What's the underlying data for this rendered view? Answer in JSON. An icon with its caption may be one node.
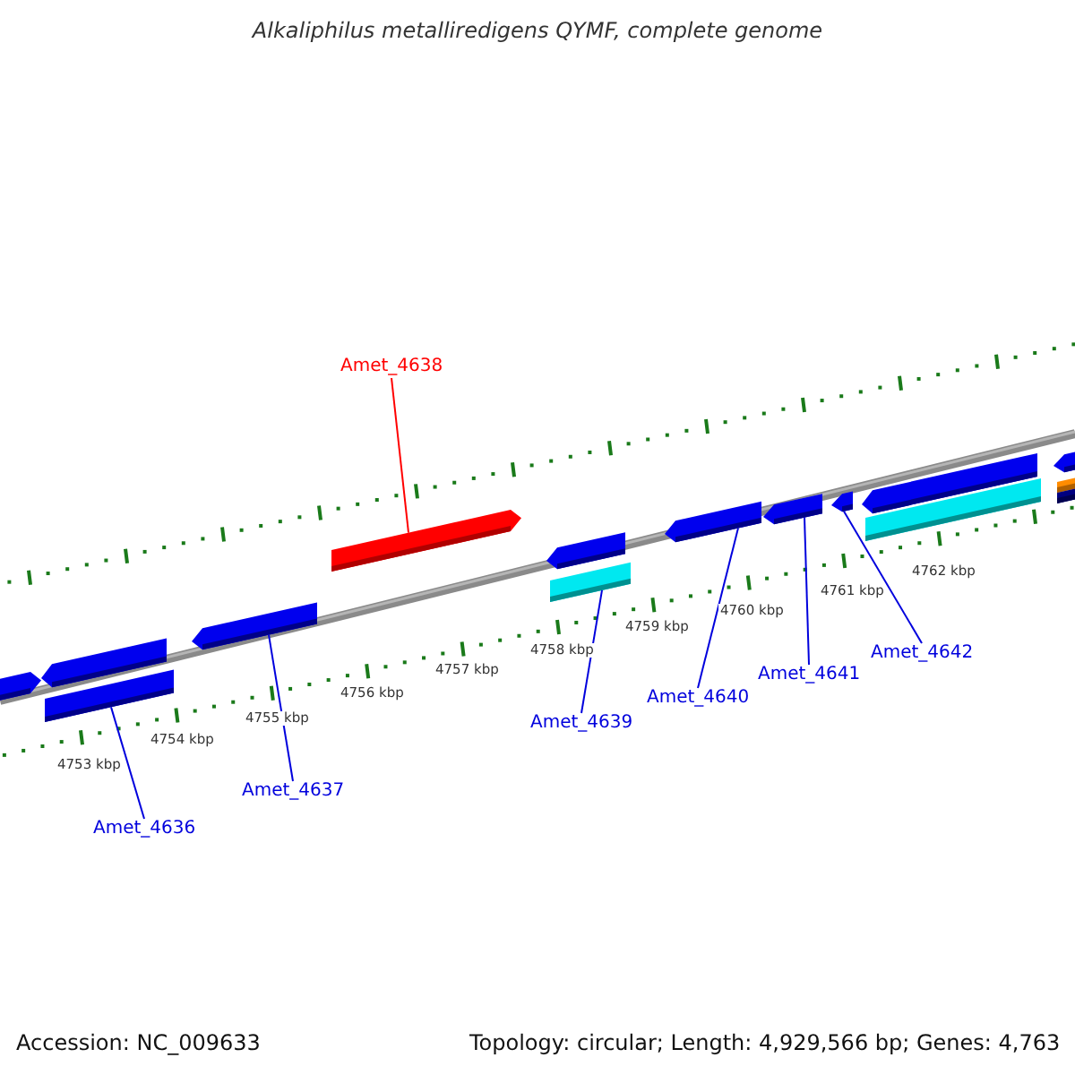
{
  "diagram": {
    "title": "Alkaliphilus metalliredigens QYMF, complete genome",
    "nodes": [
      {
        "text": [
          "Amet_4638"
        ]
      },
      {
        "text": [
          "Amet_4636"
        ]
      },
      {
        "text": [
          "Amet_4637"
        ]
      },
      {
        "text": [
          "Amet_4639"
        ]
      },
      {
        "text": [
          "Amet_4640"
        ]
      },
      {
        "text": [
          "Amet_4641"
        ]
      },
      {
        "text": [
          "Amet_4642"
        ]
      },
      {
        "text": [],
        "shape": "bar"
      },
      {
        "text": [],
        "shape": "bar"
      },
      {
        "text": [],
        "shape": "bar"
      },
      {
        "text": [],
        "shape": "box"
      },
      {
        "text": [],
        "shape": "bar"
      },
      {
        "text": [],
        "shape": "bar"
      },
      {
        "text": [],
        "shape": "bar"
      }
    ],
    "edges": [
      {
        "from": 0,
        "to": 9,
        "arrow": "none",
        "color": "#ff0000"
      },
      {
        "from": 1,
        "to": 7,
        "arrow": "none"
      },
      {
        "from": 2,
        "to": 8,
        "arrow": "none"
      },
      {
        "from": 3,
        "to": 10,
        "arrow": "none"
      },
      {
        "from": 4,
        "to": 11,
        "arrow": "none"
      },
      {
        "from": 5,
        "to": 12,
        "arrow": "none"
      },
      {
        "from": 6,
        "to": 13,
        "arrow": "none"
      }
    ],
    "labels": [
      "4753 kbp",
      "4754 kbp",
      "4755 kbp",
      "4756 kbp",
      "4757 kbp",
      "4758 kbp",
      "4759 kbp",
      "4760 kbp",
      "4761 kbp",
      "4762 kbp",
      "Accession: NC_009633",
      "Topology: circular; Length: 4,929,566 bp; Genes: 4,763"
    ]
  }
}
